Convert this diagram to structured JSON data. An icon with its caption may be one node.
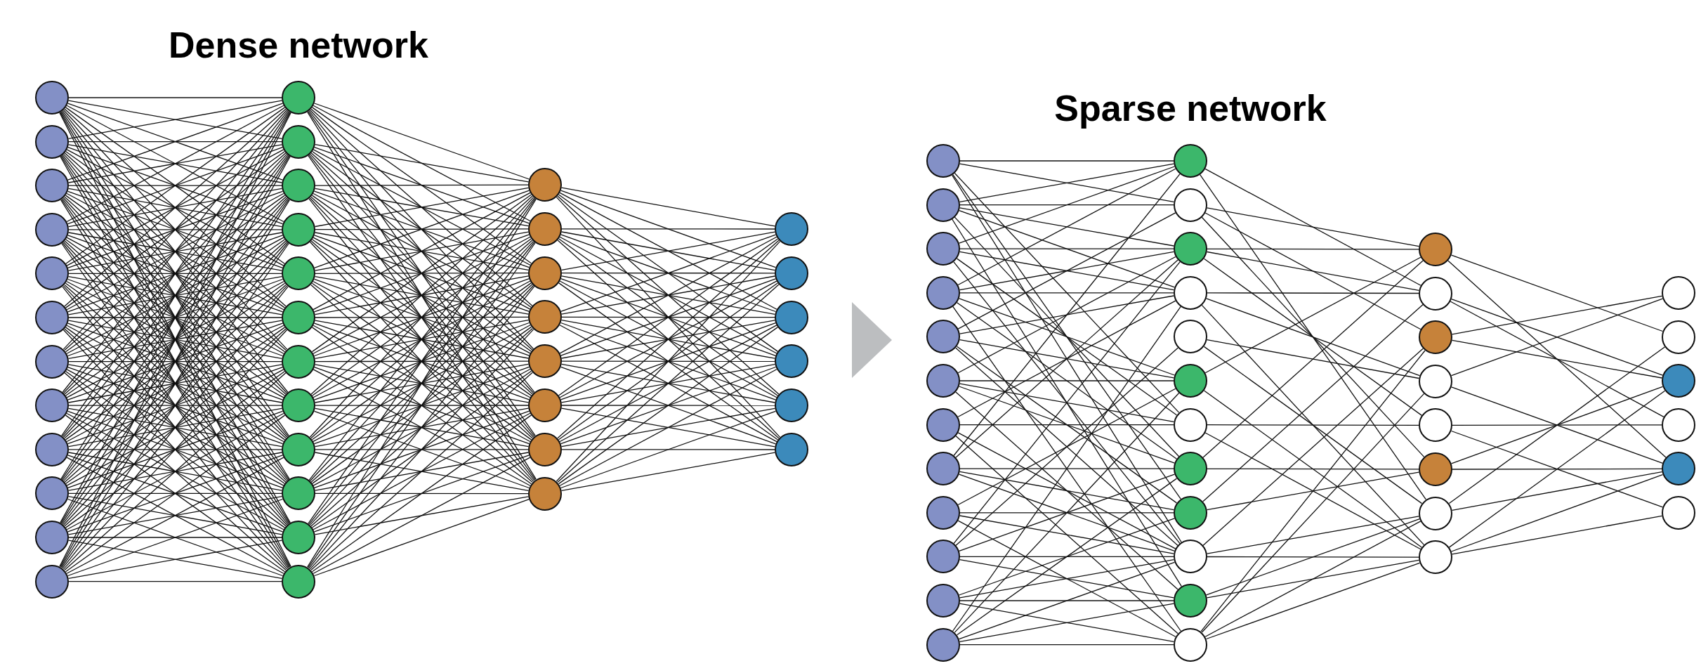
{
  "diagram": {
    "nodes": [
      {
        "text": [],
        "shape": "circle"
      },
      {
        "text": [],
        "shape": "circle"
      },
      {
        "text": [],
        "shape": "circle"
      },
      {
        "text": [],
        "shape": "circle"
      },
      {
        "text": [],
        "shape": "circle"
      },
      {
        "text": [],
        "shape": "circle"
      },
      {
        "text": [],
        "shape": "circle"
      },
      {
        "text": [],
        "shape": "circle"
      },
      {
        "text": [],
        "shape": "circle"
      },
      {
        "text": [],
        "shape": "circle"
      },
      {
        "text": [],
        "shape": "circle"
      },
      {
        "text": [],
        "shape": "circle"
      },
      {
        "text": [],
        "shape": "circle"
      },
      {
        "text": [],
        "shape": "circle"
      },
      {
        "text": [],
        "shape": "circle"
      },
      {
        "text": [],
        "shape": "circle"
      },
      {
        "text": [],
        "shape": "circle"
      },
      {
        "text": [],
        "shape": "circle"
      },
      {
        "text": [],
        "shape": "circle"
      },
      {
        "text": [],
        "shape": "circle"
      },
      {
        "text": [],
        "shape": "circle"
      },
      {
        "text": [],
        "shape": "circle"
      },
      {
        "text": [],
        "shape": "circle"
      },
      {
        "text": [],
        "shape": "circle"
      },
      {
        "text": [],
        "shape": "circle"
      },
      {
        "text": [],
        "shape": "circle"
      },
      {
        "text": [],
        "shape": "circle"
      },
      {
        "text": [],
        "shape": "circle"
      },
      {
        "text": [],
        "shape": "circle"
      },
      {
        "text": [],
        "shape": "circle"
      },
      {
        "text": [],
        "shape": "circle"
      },
      {
        "text": [],
        "shape": "circle"
      },
      {
        "text": [],
        "shape": "circle"
      },
      {
        "text": [],
        "shape": "circle"
      },
      {
        "text": [],
        "shape": "circle"
      },
      {
        "text": [],
        "shape": "circle"
      },
      {
        "text": [],
        "shape": "circle"
      },
      {
        "text": [],
        "shape": "circle"
      },
      {
        "text": [],
        "shape": "circle"
      },
      {
        "text": [],
        "shape": "circle"
      },
      {
        "text": [],
        "shape": "circle"
      },
      {
        "text": [],
        "shape": "circle"
      },
      {
        "text": [],
        "shape": "circle"
      },
      {
        "text": [],
        "shape": "circle"
      },
      {
        "text": [],
        "shape": "circle"
      },
      {
        "text": [],
        "shape": "circle"
      },
      {
        "text": [],
        "shape": "circle"
      },
      {
        "text": [],
        "shape": "circle"
      },
      {
        "text": [],
        "shape": "circle"
      },
      {
        "text": [],
        "shape": "circle"
      },
      {
        "text": [],
        "shape": "circle"
      },
      {
        "text": [],
        "shape": "circle"
      },
      {
        "text": [],
        "shape": "circle"
      },
      {
        "text": [],
        "shape": "circle"
      },
      {
        "text": [],
        "shape": "circle"
      },
      {
        "text": [],
        "shape": "circle"
      },
      {
        "text": [],
        "shape": "circle"
      },
      {
        "text": [],
        "shape": "circle"
      },
      {
        "text": [],
        "shape": "circle"
      },
      {
        "text": [],
        "shape": "circle"
      },
      {
        "text": [],
        "shape": "circle"
      },
      {
        "text": [],
        "shape": "circle"
      },
      {
        "text": [],
        "shape": "circle"
      },
      {
        "text": [],
        "shape": "circle"
      },
      {
        "text": [],
        "shape": "circle"
      },
      {
        "text": [],
        "shape": "circle"
      },
      {
        "text": [],
        "shape": "circle"
      },
      {
        "text": [],
        "shape": "circle"
      },
      {
        "text": [],
        "shape": "circle"
      },
      {
        "text": [],
        "shape": "circle"
      },
      {
        "text": [],
        "shape": "circle"
      },
      {
        "text": [],
        "shape": "circle"
      },
      {
        "text": [],
        "shape": "circle"
      },
      {
        "text": [],
        "shape": "circle"
      },
      {
        "text": [],
        "shape": "circle"
      },
      {
        "text": [],
        "shape": "circle"
      }
    ],
    "edges": [
      {
        "from": 0,
        "to": 12,
        "arrow": "none"
      },
      {
        "from": 0,
        "to": 13,
        "arrow": "none"
      },
      {
        "from": 0,
        "to": 14,
        "arrow": "none"
      },
      {
        "from": 0,
        "to": 15,
        "arrow": "none"
      },
      {
        "from": 0,
        "to": 16,
        "arrow": "none"
      },
      {
        "from": 0,
        "to": 17,
        "arrow": "none"
      },
      {
        "from": 0,
        "to": 18,
        "arrow": "none"
      },
      {
        "from": 0,
        "to": 19,
        "arrow": "none"
      },
      {
        "from": 0,
        "to": 20,
        "arrow": "none"
      },
      {
        "from": 0,
        "to": 21,
        "arrow": "none"
      },
      {
        "from": 0,
        "to": 22,
        "arrow": "none"
      },
      {
        "from": 0,
        "to": 23,
        "arrow": "none"
      },
      {
        "from": 1,
        "to": 12,
        "arrow": "none"
      },
      {
        "from": 1,
        "to": 13,
        "arrow": "none"
      },
      {
        "from": 1,
        "to": 14,
        "arrow": "none"
      },
      {
        "from": 1,
        "to": 15,
        "arrow": "none"
      },
      {
        "from": 1,
        "to": 16,
        "arrow": "none"
      },
      {
        "from": 1,
        "to": 17,
        "arrow": "none"
      },
      {
        "from": 1,
        "to": 18,
        "arrow": "none"
      },
      {
        "from": 1,
        "to": 19,
        "arrow": "none"
      },
      {
        "from": 1,
        "to": 20,
        "arrow": "none"
      },
      {
        "from": 1,
        "to": 21,
        "arrow": "none"
      },
      {
        "from": 1,
        "to": 22,
        "arrow": "none"
      },
      {
        "from": 1,
        "to": 23,
        "arrow": "none"
      },
      {
        "from": 2,
        "to": 12,
        "arrow": "none"
      },
      {
        "from": 2,
        "to": 13,
        "arrow": "none"
      },
      {
        "from": 2,
        "to": 14,
        "arrow": "none"
      },
      {
        "from": 2,
        "to": 15,
        "arrow": "none"
      },
      {
        "from": 2,
        "to": 16,
        "arrow": "none"
      },
      {
        "from": 2,
        "to": 17,
        "arrow": "none"
      },
      {
        "from": 2,
        "to": 18,
        "arrow": "none"
      },
      {
        "from": 2,
        "to": 19,
        "arrow": "none"
      },
      {
        "from": 2,
        "to": 20,
        "arrow": "none"
      },
      {
        "from": 2,
        "to": 21,
        "arrow": "none"
      },
      {
        "from": 2,
        "to": 22,
        "arrow": "none"
      },
      {
        "from": 2,
        "to": 23,
        "arrow": "none"
      },
      {
        "from": 3,
        "to": 12,
        "arrow": "none"
      },
      {
        "from": 3,
        "to": 13,
        "arrow": "none"
      },
      {
        "from": 3,
        "to": 14,
        "arrow": "none"
      },
      {
        "from": 3,
        "to": 15,
        "arrow": "none"
      },
      {
        "from": 3,
        "to": 16,
        "arrow": "none"
      },
      {
        "from": 3,
        "to": 17,
        "arrow": "none"
      },
      {
        "from": 3,
        "to": 18,
        "arrow": "none"
      },
      {
        "from": 3,
        "to": 19,
        "arrow": "none"
      },
      {
        "from": 3,
        "to": 20,
        "arrow": "none"
      },
      {
        "from": 3,
        "to": 21,
        "arrow": "none"
      },
      {
        "from": 3,
        "to": 22,
        "arrow": "none"
      },
      {
        "from": 3,
        "to": 23,
        "arrow": "none"
      },
      {
        "from": 4,
        "to": 12,
        "arrow": "none"
      },
      {
        "from": 4,
        "to": 13,
        "arrow": "none"
      },
      {
        "from": 4,
        "to": 14,
        "arrow": "none"
      },
      {
        "from": 4,
        "to": 15,
        "arrow": "none"
      },
      {
        "from": 4,
        "to": 16,
        "arrow": "none"
      },
      {
        "from": 4,
        "to": 17,
        "arrow": "none"
      },
      {
        "from": 4,
        "to": 18,
        "arrow": "none"
      },
      {
        "from": 4,
        "to": 19,
        "arrow": "none"
      },
      {
        "from": 4,
        "to": 20,
        "arrow": "none"
      },
      {
        "from": 4,
        "to": 21,
        "arrow": "none"
      },
      {
        "from": 4,
        "to": 22,
        "arrow": "none"
      },
      {
        "from": 4,
        "to": 23,
        "arrow": "none"
      },
      {
        "from": 5,
        "to": 12,
        "arrow": "none"
      },
      {
        "from": 5,
        "to": 13,
        "arrow": "none"
      },
      {
        "from": 5,
        "to": 14,
        "arrow": "none"
      },
      {
        "from": 5,
        "to": 15,
        "arrow": "none"
      },
      {
        "from": 5,
        "to": 16,
        "arrow": "none"
      },
      {
        "from": 5,
        "to": 17,
        "arrow": "none"
      },
      {
        "from": 5,
        "to": 18,
        "arrow": "none"
      },
      {
        "from": 5,
        "to": 19,
        "arrow": "none"
      },
      {
        "from": 5,
        "to": 20,
        "arrow": "none"
      },
      {
        "from": 5,
        "to": 21,
        "arrow": "none"
      },
      {
        "from": 5,
        "to": 22,
        "arrow": "none"
      },
      {
        "from": 5,
        "to": 23,
        "arrow": "none"
      },
      {
        "from": 6,
        "to": 12,
        "arrow": "none"
      },
      {
        "from": 6,
        "to": 13,
        "arrow": "none"
      },
      {
        "from": 6,
        "to": 14,
        "arrow": "none"
      },
      {
        "from": 6,
        "to": 15,
        "arrow": "none"
      },
      {
        "from": 6,
        "to": 16,
        "arrow": "none"
      },
      {
        "from": 6,
        "to": 17,
        "arrow": "none"
      },
      {
        "from": 6,
        "to": 18,
        "arrow": "none"
      },
      {
        "from": 6,
        "to": 19,
        "arrow": "none"
      },
      {
        "from": 6,
        "to": 20,
        "arrow": "none"
      },
      {
        "from": 6,
        "to": 21,
        "arrow": "none"
      },
      {
        "from": 6,
        "to": 22,
        "arrow": "none"
      },
      {
        "from": 6,
        "to": 23,
        "arrow": "none"
      },
      {
        "from": 7,
        "to": 12,
        "arrow": "none"
      },
      {
        "from": 7,
        "to": 13,
        "arrow": "none"
      },
      {
        "from": 7,
        "to": 14,
        "arrow": "none"
      },
      {
        "from": 7,
        "to": 15,
        "arrow": "none"
      },
      {
        "from": 7,
        "to": 16,
        "arrow": "none"
      },
      {
        "from": 7,
        "to": 17,
        "arrow": "none"
      },
      {
        "from": 7,
        "to": 18,
        "arrow": "none"
      },
      {
        "from": 7,
        "to": 19,
        "arrow": "none"
      },
      {
        "from": 7,
        "to": 20,
        "arrow": "none"
      },
      {
        "from": 7,
        "to": 21,
        "arrow": "none"
      },
      {
        "from": 7,
        "to": 22,
        "arrow": "none"
      },
      {
        "from": 7,
        "to": 23,
        "arrow": "none"
      },
      {
        "from": 8,
        "to": 12,
        "arrow": "none"
      },
      {
        "from": 8,
        "to": 13,
        "arrow": "none"
      },
      {
        "from": 8,
        "to": 14,
        "arrow": "none"
      },
      {
        "from": 8,
        "to": 15,
        "arrow": "none"
      },
      {
        "from": 8,
        "to": 16,
        "arrow": "none"
      },
      {
        "from": 8,
        "to": 17,
        "arrow": "none"
      },
      {
        "from": 8,
        "to": 18,
        "arrow": "none"
      },
      {
        "from": 8,
        "to": 19,
        "arrow": "none"
      },
      {
        "from": 8,
        "to": 20,
        "arrow": "none"
      },
      {
        "from": 8,
        "to": 21,
        "arrow": "none"
      },
      {
        "from": 8,
        "to": 22,
        "arrow": "none"
      },
      {
        "from": 8,
        "to": 23,
        "arrow": "none"
      },
      {
        "from": 9,
        "to": 12,
        "arrow": "none"
      },
      {
        "from": 9,
        "to": 13,
        "arrow": "none"
      },
      {
        "from": 9,
        "to": 14,
        "arrow": "none"
      },
      {
        "from": 9,
        "to": 15,
        "arrow": "none"
      },
      {
        "from": 9,
        "to": 16,
        "arrow": "none"
      },
      {
        "from": 9,
        "to": 17,
        "arrow": "none"
      },
      {
        "from": 9,
        "to": 18,
        "arrow": "none"
      },
      {
        "from": 9,
        "to": 19,
        "arrow": "none"
      },
      {
        "from": 9,
        "to": 20,
        "arrow": "none"
      },
      {
        "from": 9,
        "to": 21,
        "arrow": "none"
      },
      {
        "from": 9,
        "to": 22,
        "arrow": "none"
      },
      {
        "from": 9,
        "to": 23,
        "arrow": "none"
      },
      {
        "from": 10,
        "to": 12,
        "arrow": "none"
      },
      {
        "from": 10,
        "to": 13,
        "arrow": "none"
      },
      {
        "from": 10,
        "to": 14,
        "arrow": "none"
      },
      {
        "from": 10,
        "to": 15,
        "arrow": "none"
      },
      {
        "from": 10,
        "to": 16,
        "arrow": "none"
      },
      {
        "from": 10,
        "to": 17,
        "arrow": "none"
      },
      {
        "from": 10,
        "to": 18,
        "arrow": "none"
      },
      {
        "from": 10,
        "to": 19,
        "arrow": "none"
      },
      {
        "from": 10,
        "to": 20,
        "arrow": "none"
      },
      {
        "from": 10,
        "to": 21,
        "arrow": "none"
      },
      {
        "from": 10,
        "to": 22,
        "arrow": "none"
      },
      {
        "from": 10,
        "to": 23,
        "arrow": "none"
      },
      {
        "from": 11,
        "to": 12,
        "arrow": "none"
      },
      {
        "from": 11,
        "to": 13,
        "arrow": "none"
      },
      {
        "from": 11,
        "to": 14,
        "arrow": "none"
      },
      {
        "from": 11,
        "to": 15,
        "arrow": "none"
      },
      {
        "from": 11,
        "to": 16,
        "arrow": "none"
      },
      {
        "from": 11,
        "to": 17,
        "arrow": "none"
      },
      {
        "from": 11,
        "to": 18,
        "arrow": "none"
      },
      {
        "from": 11,
        "to": 19,
        "arrow": "none"
      },
      {
        "from": 11,
        "to": 20,
        "arrow": "none"
      },
      {
        "from": 11,
        "to": 21,
        "arrow": "none"
      },
      {
        "from": 11,
        "to": 22,
        "arrow": "none"
      },
      {
        "from": 11,
        "to": 23,
        "arrow": "none"
      },
      {
        "from": 12,
        "to": 24,
        "arrow": "none"
      },
      {
        "from": 12,
        "to": 25,
        "arrow": "none"
      },
      {
        "from": 12,
        "to": 26,
        "arrow": "none"
      },
      {
        "from": 12,
        "to": 27,
        "arrow": "none"
      },
      {
        "from": 12,
        "to": 28,
        "arrow": "none"
      },
      {
        "from": 12,
        "to": 29,
        "arrow": "none"
      },
      {
        "from": 12,
        "to": 30,
        "arrow": "none"
      },
      {
        "from": 12,
        "to": 31,
        "arrow": "none"
      },
      {
        "from": 13,
        "to": 24,
        "arrow": "none"
      },
      {
        "from": 13,
        "to": 25,
        "arrow": "none"
      },
      {
        "from": 13,
        "to": 26,
        "arrow": "none"
      },
      {
        "from": 13,
        "to": 27,
        "arrow": "none"
      },
      {
        "from": 13,
        "to": 28,
        "arrow": "none"
      },
      {
        "from": 13,
        "to": 29,
        "arrow": "none"
      },
      {
        "from": 13,
        "to": 30,
        "arrow": "none"
      },
      {
        "from": 13,
        "to": 31,
        "arrow": "none"
      },
      {
        "from": 14,
        "to": 24,
        "arrow": "none"
      },
      {
        "from": 14,
        "to": 25,
        "arrow": "none"
      },
      {
        "from": 14,
        "to": 26,
        "arrow": "none"
      },
      {
        "from": 14,
        "to": 27,
        "arrow": "none"
      },
      {
        "from": 14,
        "to": 28,
        "arrow": "none"
      },
      {
        "from": 14,
        "to": 29,
        "arrow": "none"
      },
      {
        "from": 14,
        "to": 30,
        "arrow": "none"
      },
      {
        "from": 14,
        "to": 31,
        "arrow": "none"
      },
      {
        "from": 15,
        "to": 24,
        "arrow": "none"
      },
      {
        "from": 15,
        "to": 25,
        "arrow": "none"
      },
      {
        "from": 15,
        "to": 26,
        "arrow": "none"
      },
      {
        "from": 15,
        "to": 27,
        "arrow": "none"
      },
      {
        "from": 15,
        "to": 28,
        "arrow": "none"
      },
      {
        "from": 15,
        "to": 29,
        "arrow": "none"
      },
      {
        "from": 15,
        "to": 30,
        "arrow": "none"
      },
      {
        "from": 15,
        "to": 31,
        "arrow": "none"
      },
      {
        "from": 16,
        "to": 24,
        "arrow": "none"
      },
      {
        "from": 16,
        "to": 25,
        "arrow": "none"
      },
      {
        "from": 16,
        "to": 26,
        "arrow": "none"
      },
      {
        "from": 16,
        "to": 27,
        "arrow": "none"
      },
      {
        "from": 16,
        "to": 28,
        "arrow": "none"
      },
      {
        "from": 16,
        "to": 29,
        "arrow": "none"
      },
      {
        "from": 16,
        "to": 30,
        "arrow": "none"
      },
      {
        "from": 16,
        "to": 31,
        "arrow": "none"
      },
      {
        "from": 17,
        "to": 24,
        "arrow": "none"
      },
      {
        "from": 17,
        "to": 25,
        "arrow": "none"
      },
      {
        "from": 17,
        "to": 26,
        "arrow": "none"
      },
      {
        "from": 17,
        "to": 27,
        "arrow": "none"
      },
      {
        "from": 17,
        "to": 28,
        "arrow": "none"
      },
      {
        "from": 17,
        "to": 29,
        "arrow": "none"
      },
      {
        "from": 17,
        "to": 30,
        "arrow": "none"
      },
      {
        "from": 17,
        "to": 31,
        "arrow": "none"
      },
      {
        "from": 18,
        "to": 24,
        "arrow": "none"
      },
      {
        "from": 18,
        "to": 25,
        "arrow": "none"
      },
      {
        "from": 18,
        "to": 26,
        "arrow": "none"
      },
      {
        "from": 18,
        "to": 27,
        "arrow": "none"
      },
      {
        "from": 18,
        "to": 28,
        "arrow": "none"
      },
      {
        "from": 18,
        "to": 29,
        "arrow": "none"
      },
      {
        "from": 18,
        "to": 30,
        "arrow": "none"
      },
      {
        "from": 18,
        "to": 31,
        "arrow": "none"
      },
      {
        "from": 19,
        "to": 24,
        "arrow": "none"
      },
      {
        "from": 19,
        "to": 25,
        "arrow": "none"
      },
      {
        "from": 19,
        "to": 26,
        "arrow": "none"
      },
      {
        "from": 19,
        "to": 27,
        "arrow": "none"
      },
      {
        "from": 19,
        "to": 28,
        "arrow": "none"
      },
      {
        "from": 19,
        "to": 29,
        "arrow": "none"
      },
      {
        "from": 19,
        "to": 30,
        "arrow": "none"
      },
      {
        "from": 19,
        "to": 31,
        "arrow": "none"
      },
      {
        "from": 20,
        "to": 24,
        "arrow": "none"
      },
      {
        "from": 20,
        "to": 25,
        "arrow": "none"
      },
      {
        "from": 20,
        "to": 26,
        "arrow": "none"
      },
      {
        "from": 20,
        "to": 27,
        "arrow": "none"
      },
      {
        "from": 20,
        "to": 28,
        "arrow": "none"
      },
      {
        "from": 20,
        "to": 29,
        "arrow": "none"
      },
      {
        "from": 20,
        "to": 30,
        "arrow": "none"
      },
      {
        "from": 20,
        "to": 31,
        "arrow": "none"
      },
      {
        "from": 21,
        "to": 24,
        "arrow": "none"
      },
      {
        "from": 21,
        "to": 25,
        "arrow": "none"
      },
      {
        "from": 21,
        "to": 26,
        "arrow": "none"
      },
      {
        "from": 21,
        "to": 27,
        "arrow": "none"
      },
      {
        "from": 21,
        "to": 28,
        "arrow": "none"
      },
      {
        "from": 21,
        "to": 29,
        "arrow": "none"
      },
      {
        "from": 21,
        "to": 30,
        "arrow": "none"
      },
      {
        "from": 21,
        "to": 31,
        "arrow": "none"
      },
      {
        "from": 22,
        "to": 24,
        "arrow": "none"
      },
      {
        "from": 22,
        "to": 25,
        "arrow": "none"
      },
      {
        "from": 22,
        "to": 26,
        "arrow": "none"
      },
      {
        "from": 22,
        "to": 27,
        "arrow": "none"
      },
      {
        "from": 22,
        "to": 28,
        "arrow": "none"
      },
      {
        "from": 22,
        "to": 29,
        "arrow": "none"
      },
      {
        "from": 22,
        "to": 30,
        "arrow": "none"
      },
      {
        "from": 22,
        "to": 31,
        "arrow": "none"
      },
      {
        "from": 23,
        "to": 24,
        "arrow": "none"
      },
      {
        "from": 23,
        "to": 25,
        "arrow": "none"
      },
      {
        "from": 23,
        "to": 26,
        "arrow": "none"
      },
      {
        "from": 23,
        "to": 27,
        "arrow": "none"
      },
      {
        "from": 23,
        "to": 28,
        "arrow": "none"
      },
      {
        "from": 23,
        "to": 29,
        "arrow": "none"
      },
      {
        "from": 23,
        "to": 30,
        "arrow": "none"
      },
      {
        "from": 23,
        "to": 31,
        "arrow": "none"
      },
      {
        "from": 24,
        "to": 32,
        "arrow": "none"
      },
      {
        "from": 24,
        "to": 33,
        "arrow": "none"
      },
      {
        "from": 24,
        "to": 34,
        "arrow": "none"
      },
      {
        "from": 24,
        "to": 35,
        "arrow": "none"
      },
      {
        "from": 24,
        "to": 36,
        "arrow": "none"
      },
      {
        "from": 24,
        "to": 37,
        "arrow": "none"
      },
      {
        "from": 25,
        "to": 32,
        "arrow": "none"
      },
      {
        "from": 25,
        "to": 33,
        "arrow": "none"
      },
      {
        "from": 25,
        "to": 34,
        "arrow": "none"
      },
      {
        "from": 25,
        "to": 35,
        "arrow": "none"
      },
      {
        "from": 25,
        "to": 36,
        "arrow": "none"
      },
      {
        "from": 25,
        "to": 37,
        "arrow": "none"
      },
      {
        "from": 26,
        "to": 32,
        "arrow": "none"
      },
      {
        "from": 26,
        "to": 33,
        "arrow": "none"
      },
      {
        "from": 26,
        "to": 34,
        "arrow": "none"
      },
      {
        "from": 26,
        "to": 35,
        "arrow": "none"
      },
      {
        "from": 26,
        "to": 36,
        "arrow": "none"
      },
      {
        "from": 26,
        "to": 37,
        "arrow": "none"
      },
      {
        "from": 27,
        "to": 32,
        "arrow": "none"
      },
      {
        "from": 27,
        "to": 33,
        "arrow": "none"
      },
      {
        "from": 27,
        "to": 34,
        "arrow": "none"
      },
      {
        "from": 27,
        "to": 35,
        "arrow": "none"
      },
      {
        "from": 27,
        "to": 36,
        "arrow": "none"
      },
      {
        "from": 27,
        "to": 37,
        "arrow": "none"
      },
      {
        "from": 28,
        "to": 32,
        "arrow": "none"
      },
      {
        "from": 28,
        "to": 33,
        "arrow": "none"
      },
      {
        "from": 28,
        "to": 34,
        "arrow": "none"
      },
      {
        "from": 28,
        "to": 35,
        "arrow": "none"
      },
      {
        "from": 28,
        "to": 36,
        "arrow": "none"
      },
      {
        "from": 28,
        "to": 37,
        "arrow": "none"
      },
      {
        "from": 29,
        "to": 32,
        "arrow": "none"
      },
      {
        "from": 29,
        "to": 33,
        "arrow": "none"
      },
      {
        "from": 29,
        "to": 34,
        "arrow": "none"
      },
      {
        "from": 29,
        "to": 35,
        "arrow": "none"
      },
      {
        "from": 29,
        "to": 36,
        "arrow": "none"
      },
      {
        "from": 29,
        "to": 37,
        "arrow": "none"
      },
      {
        "from": 30,
        "to": 32,
        "arrow": "none"
      },
      {
        "from": 30,
        "to": 33,
        "arrow": "none"
      },
      {
        "from": 30,
        "to": 34,
        "arrow": "none"
      },
      {
        "from": 30,
        "to": 35,
        "arrow": "none"
      },
      {
        "from": 30,
        "to": 36,
        "arrow": "none"
      },
      {
        "from": 30,
        "to": 37,
        "arrow": "none"
      },
      {
        "from": 31,
        "to": 32,
        "arrow": "none"
      },
      {
        "from": 31,
        "to": 33,
        "arrow": "none"
      },
      {
        "from": 31,
        "to": 34,
        "arrow": "none"
      },
      {
        "from": 31,
        "to": 35,
        "arrow": "none"
      },
      {
        "from": 31,
        "to": 36,
        "arrow": "none"
      },
      {
        "from": 31,
        "to": 37,
        "arrow": "none"
      },
      {
        "from": 38,
        "to": 50,
        "arrow": "none"
      },
      {
        "from": 38,
        "to": 51,
        "arrow": "none"
      },
      {
        "from": 38,
        "to": 56,
        "arrow": "none"
      },
      {
        "from": 38,
        "to": 58,
        "arrow": "none"
      },
      {
        "from": 38,
        "to": 59,
        "arrow": "none"
      },
      {
        "from": 39,
        "to": 50,
        "arrow": "none"
      },
      {
        "from": 39,
        "to": 51,
        "arrow": "none"
      },
      {
        "from": 39,
        "to": 52,
        "arrow": "none"
      },
      {
        "from": 39,
        "to": 53,
        "arrow": "none"
      },
      {
        "from": 39,
        "to": 57,
        "arrow": "none"
      },
      {
        "from": 39,
        "to": 60,
        "arrow": "none"
      },
      {
        "from": 40,
        "to": 50,
        "arrow": "none"
      },
      {
        "from": 40,
        "to": 52,
        "arrow": "none"
      },
      {
        "from": 40,
        "to": 53,
        "arrow": "none"
      },
      {
        "from": 40,
        "to": 56,
        "arrow": "none"
      },
      {
        "from": 40,
        "to": 59,
        "arrow": "none"
      },
      {
        "from": 41,
        "to": 50,
        "arrow": "none"
      },
      {
        "from": 41,
        "to": 52,
        "arrow": "none"
      },
      {
        "from": 41,
        "to": 53,
        "arrow": "none"
      },
      {
        "from": 41,
        "to": 55,
        "arrow": "none"
      },
      {
        "from": 41,
        "to": 57,
        "arrow": "none"
      },
      {
        "from": 41,
        "to": 61,
        "arrow": "none"
      },
      {
        "from": 42,
        "to": 51,
        "arrow": "none"
      },
      {
        "from": 42,
        "to": 53,
        "arrow": "none"
      },
      {
        "from": 42,
        "to": 55,
        "arrow": "none"
      },
      {
        "from": 42,
        "to": 58,
        "arrow": "none"
      },
      {
        "from": 42,
        "to": 59,
        "arrow": "none"
      },
      {
        "from": 43,
        "to": 52,
        "arrow": "none"
      },
      {
        "from": 43,
        "to": 55,
        "arrow": "none"
      },
      {
        "from": 43,
        "to": 56,
        "arrow": "none"
      },
      {
        "from": 43,
        "to": 57,
        "arrow": "none"
      },
      {
        "from": 43,
        "to": 60,
        "arrow": "none"
      },
      {
        "from": 44,
        "to": 53,
        "arrow": "none"
      },
      {
        "from": 44,
        "to": 56,
        "arrow": "none"
      },
      {
        "from": 44,
        "to": 59,
        "arrow": "none"
      },
      {
        "from": 44,
        "to": 61,
        "arrow": "none"
      },
      {
        "from": 45,
        "to": 50,
        "arrow": "none"
      },
      {
        "from": 45,
        "to": 52,
        "arrow": "none"
      },
      {
        "from": 45,
        "to": 57,
        "arrow": "none"
      },
      {
        "from": 45,
        "to": 58,
        "arrow": "none"
      },
      {
        "from": 45,
        "to": 59,
        "arrow": "none"
      },
      {
        "from": 46,
        "to": 55,
        "arrow": "none"
      },
      {
        "from": 46,
        "to": 58,
        "arrow": "none"
      },
      {
        "from": 46,
        "to": 59,
        "arrow": "none"
      },
      {
        "from": 46,
        "to": 61,
        "arrow": "none"
      },
      {
        "from": 47,
        "to": 52,
        "arrow": "none"
      },
      {
        "from": 47,
        "to": 54,
        "arrow": "none"
      },
      {
        "from": 47,
        "to": 57,
        "arrow": "none"
      },
      {
        "from": 47,
        "to": 59,
        "arrow": "none"
      },
      {
        "from": 47,
        "to": 60,
        "arrow": "none"
      },
      {
        "from": 48,
        "to": 58,
        "arrow": "none"
      },
      {
        "from": 48,
        "to": 59,
        "arrow": "none"
      },
      {
        "from": 48,
        "to": 60,
        "arrow": "none"
      },
      {
        "from": 48,
        "to": 61,
        "arrow": "none"
      },
      {
        "from": 49,
        "to": 53,
        "arrow": "none"
      },
      {
        "from": 49,
        "to": 55,
        "arrow": "none"
      },
      {
        "from": 49,
        "to": 57,
        "arrow": "none"
      },
      {
        "from": 49,
        "to": 59,
        "arrow": "none"
      },
      {
        "from": 49,
        "to": 60,
        "arrow": "none"
      },
      {
        "from": 49,
        "to": 61,
        "arrow": "none"
      },
      {
        "from": 50,
        "to": 63,
        "arrow": "none"
      },
      {
        "from": 50,
        "to": 68,
        "arrow": "none"
      },
      {
        "from": 51,
        "to": 62,
        "arrow": "none"
      },
      {
        "from": 51,
        "to": 64,
        "arrow": "none"
      },
      {
        "from": 51,
        "to": 67,
        "arrow": "none"
      },
      {
        "from": 52,
        "to": 62,
        "arrow": "none"
      },
      {
        "from": 52,
        "to": 63,
        "arrow": "none"
      },
      {
        "from": 52,
        "to": 66,
        "arrow": "none"
      },
      {
        "from": 53,
        "to": 63,
        "arrow": "none"
      },
      {
        "from": 53,
        "to": 65,
        "arrow": "none"
      },
      {
        "from": 53,
        "to": 69,
        "arrow": "none"
      },
      {
        "from": 54,
        "to": 65,
        "arrow": "none"
      },
      {
        "from": 54,
        "to": 68,
        "arrow": "none"
      },
      {
        "from": 55,
        "to": 62,
        "arrow": "none"
      },
      {
        "from": 55,
        "to": 69,
        "arrow": "none"
      },
      {
        "from": 56,
        "to": 66,
        "arrow": "none"
      },
      {
        "from": 56,
        "to": 69,
        "arrow": "none"
      },
      {
        "from": 57,
        "to": 62,
        "arrow": "none"
      },
      {
        "from": 57,
        "to": 67,
        "arrow": "none"
      },
      {
        "from": 58,
        "to": 63,
        "arrow": "none"
      },
      {
        "from": 58,
        "to": 67,
        "arrow": "none"
      },
      {
        "from": 59,
        "to": 64,
        "arrow": "none"
      },
      {
        "from": 59,
        "to": 68,
        "arrow": "none"
      },
      {
        "from": 59,
        "to": 69,
        "arrow": "none"
      },
      {
        "from": 60,
        "to": 68,
        "arrow": "none"
      },
      {
        "from": 60,
        "to": 69,
        "arrow": "none"
      },
      {
        "from": 61,
        "to": 64,
        "arrow": "none"
      },
      {
        "from": 61,
        "to": 65,
        "arrow": "none"
      },
      {
        "from": 61,
        "to": 68,
        "arrow": "none"
      },
      {
        "from": 61,
        "to": 69,
        "arrow": "none"
      },
      {
        "from": 62,
        "to": 71,
        "arrow": "none"
      },
      {
        "from": 62,
        "to": 74,
        "arrow": "none"
      },
      {
        "from": 63,
        "to": 72,
        "arrow": "none"
      },
      {
        "from": 63,
        "to": 73,
        "arrow": "none"
      },
      {
        "from": 64,
        "to": 70,
        "arrow": "none"
      },
      {
        "from": 64,
        "to": 72,
        "arrow": "none"
      },
      {
        "from": 65,
        "to": 70,
        "arrow": "none"
      },
      {
        "from": 65,
        "to": 74,
        "arrow": "none"
      },
      {
        "from": 66,
        "to": 73,
        "arrow": "none"
      },
      {
        "from": 66,
        "to": 75,
        "arrow": "none"
      },
      {
        "from": 67,
        "to": 72,
        "arrow": "none"
      },
      {
        "from": 67,
        "to": 74,
        "arrow": "none"
      },
      {
        "from": 68,
        "to": 71,
        "arrow": "none"
      },
      {
        "from": 68,
        "to": 74,
        "arrow": "none"
      },
      {
        "from": 69,
        "to": 72,
        "arrow": "none"
      },
      {
        "from": 69,
        "to": 74,
        "arrow": "none"
      },
      {
        "from": 69,
        "to": 75,
        "arrow": "none"
      }
    ],
    "labels": [
      "Dense network",
      "Sparse network"
    ]
  }
}
